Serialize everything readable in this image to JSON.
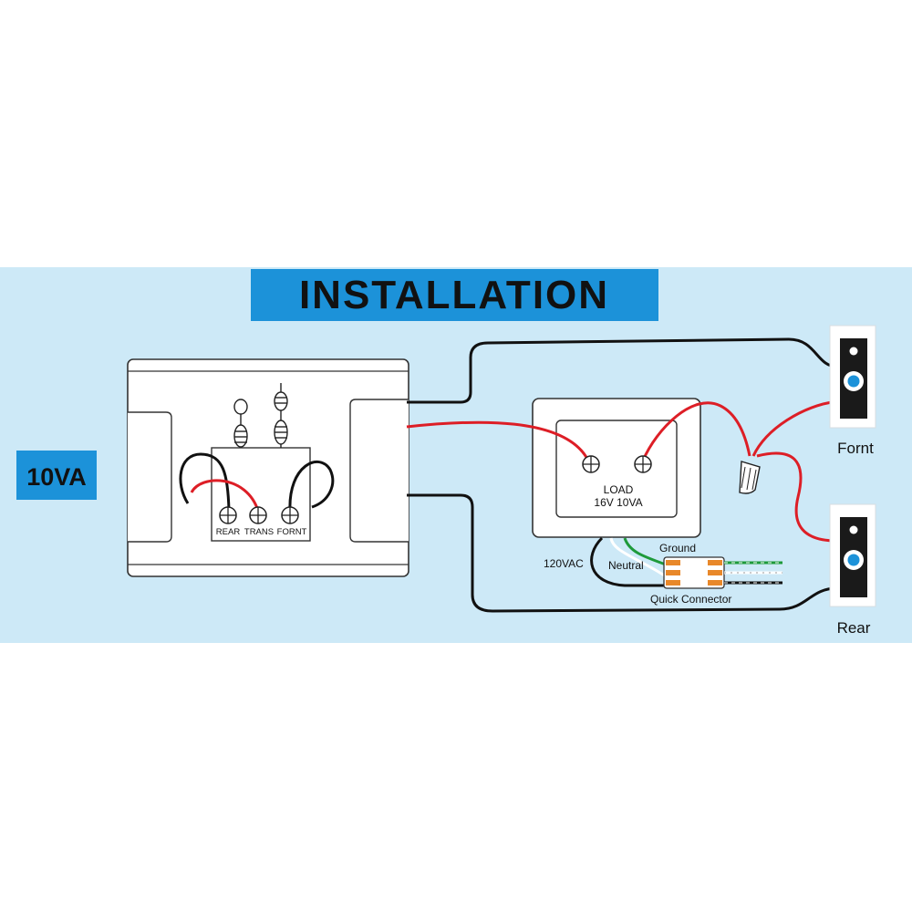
{
  "title": "INSTALLATION",
  "power_badge": "10VA",
  "chime": {
    "terminals": [
      "REAR",
      "TRANS",
      "FORNT"
    ]
  },
  "transformer": {
    "line1": "LOAD",
    "line2": "16V 10VA"
  },
  "wiring": {
    "voltage": "120VAC",
    "neutral": "Neutral",
    "ground": "Ground",
    "connector": "Quick Connector"
  },
  "buttons": {
    "front": "Fornt",
    "rear": "Rear"
  },
  "colors": {
    "background_band": "#cde9f7",
    "title_fill": "#1c92d9",
    "wire_red": "#dd1e26",
    "wire_black": "#111111",
    "wire_green": "#1e9a3a",
    "connector_orange": "#e8882a"
  }
}
